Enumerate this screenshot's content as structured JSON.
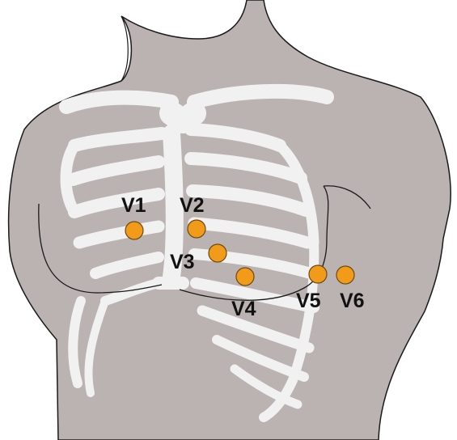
{
  "colors": {
    "skin": "#bbb3b2",
    "bone": "#f2f1f1",
    "outline": "#1a1a1a",
    "electrode_fill": "#f29a1a",
    "electrode_stroke": "#6b4a10",
    "label": "#111111"
  },
  "leads": [
    {
      "id": "v1",
      "label": "V1"
    },
    {
      "id": "v2",
      "label": "V2"
    },
    {
      "id": "v3",
      "label": "V3"
    },
    {
      "id": "v4",
      "label": "V4"
    },
    {
      "id": "v5",
      "label": "V5"
    },
    {
      "id": "v6",
      "label": "V6"
    }
  ]
}
